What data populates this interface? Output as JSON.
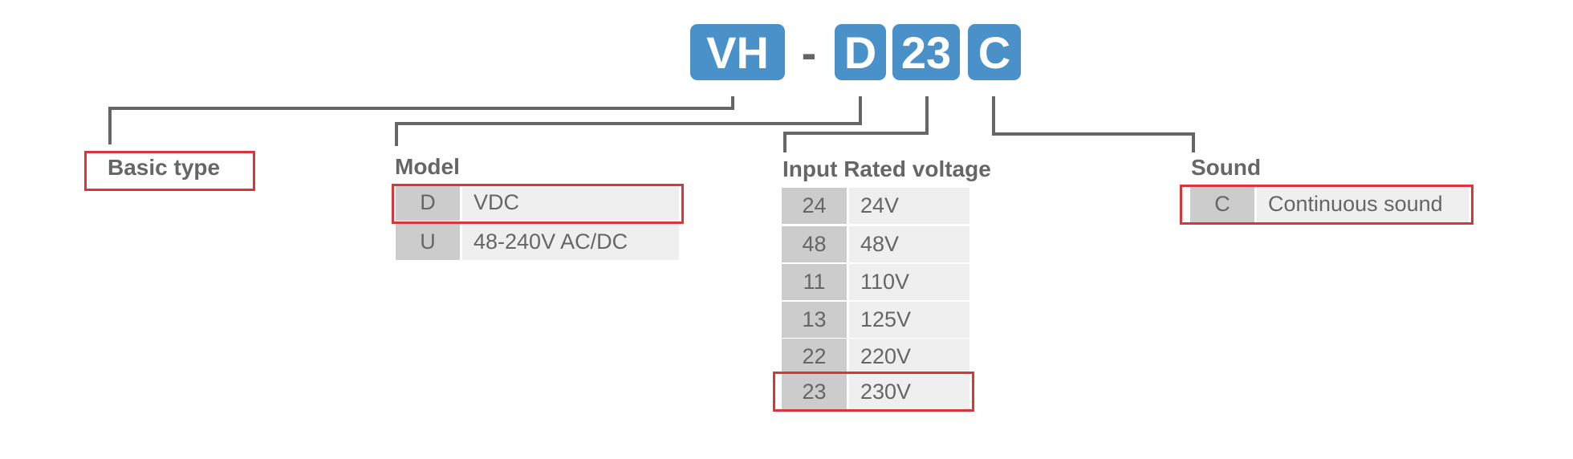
{
  "colors": {
    "accent": "#4a90c9",
    "text": "#666666",
    "highlight": "#d9363a",
    "code_cell": "#cccccc",
    "desc_cell": "#efefef"
  },
  "code": {
    "part1": "VH",
    "separator": "-",
    "part2": "D",
    "part3": "23",
    "part4": "C"
  },
  "basic_type": {
    "label": "Basic type"
  },
  "model": {
    "title": "Model",
    "rows": [
      {
        "code": "D",
        "desc": "VDC"
      },
      {
        "code": "U",
        "desc": "48-240V AC/DC"
      }
    ]
  },
  "input": {
    "title": "Input Rated voltage",
    "rows": [
      {
        "code": "24",
        "desc": "24V"
      },
      {
        "code": "48",
        "desc": "48V"
      },
      {
        "code": "11",
        "desc": "110V"
      },
      {
        "code": "13",
        "desc": "125V"
      },
      {
        "code": "22",
        "desc": "220V"
      },
      {
        "code": "23",
        "desc": "230V"
      }
    ]
  },
  "sound": {
    "title": "Sound",
    "rows": [
      {
        "code": "C",
        "desc": "Continuous sound"
      }
    ]
  }
}
